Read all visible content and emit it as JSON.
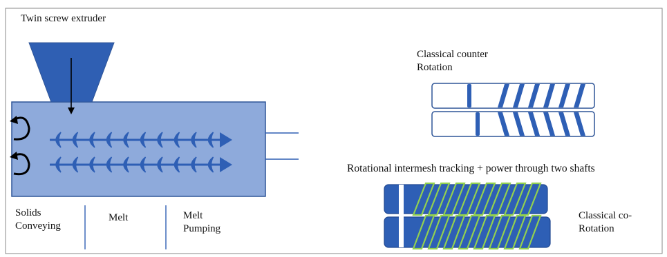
{
  "title": "Twin screw extruder",
  "zones": {
    "solids": [
      "Solids",
      "Conveying"
    ],
    "melt": "Melt",
    "pumping": [
      "Melt",
      "Pumping"
    ]
  },
  "counter_rotation_label": [
    "Classical counter",
    "Rotation"
  ],
  "intermesh_label": "Rotational intermesh tracking + power through two shafts",
  "co_rotation_label": [
    "Classical co-",
    "Rotation"
  ],
  "colors": {
    "barrel_fill": "#8eaadb",
    "barrel_stroke": "#2f5597",
    "hopper": "#2f5fb3",
    "flight": "#2e5fb5",
    "shaft_dark": "#2e5fb5",
    "flight_outline": "#92d050",
    "frame": "#8a8a8a"
  },
  "icons": {
    "hopper": "hopper-icon",
    "feed_arrow": "arrow-down-icon",
    "rotation_arrows": "curved-arrow-icon",
    "flow_arrows": "arrow-right-icon"
  }
}
